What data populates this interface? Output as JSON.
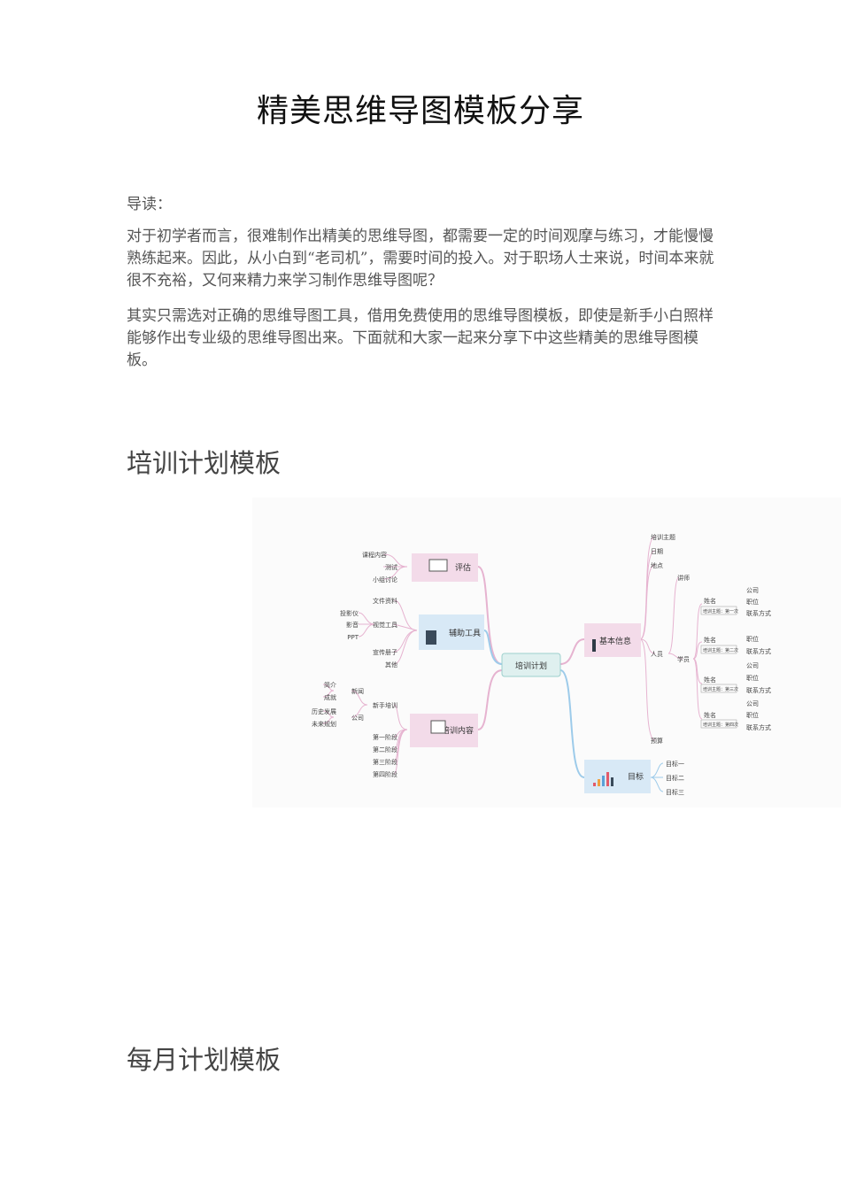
{
  "doc": {
    "title": "精美思维导图模板分享",
    "intro_label": "导读：",
    "paragraphs": [
      "对于初学者而言，很难制作出精美的思维导图，都需要一定的时间观摩与练习，才能慢慢熟练起来。因此，从小白到“老司机”，需要时间的投入。对于职场人士来说，时间本来就很不充裕，又何来精力来学习制作思维导图呢？",
      "其实只需选对正确的思维导图工具，借用免费使用的思维导图模板，即使是新手小白照样能够作出专业级的思维导图出来。下面就和大家一起来分享下中这些精美的思维导图模板。"
    ],
    "section1_heading": "培训计划模板",
    "section2_heading": "每月计划模板"
  },
  "mindmap": {
    "center": "培训计划",
    "left": [
      {
        "label": "评估",
        "color": "#f3dbe9",
        "children": [
          "课程内容",
          "测试",
          "小组讨论"
        ]
      },
      {
        "label": "辅助工具",
        "color": "#d8e9f6",
        "children": [
          "文件资料",
          "视觉工具",
          "宣传册子",
          "其他"
        ],
        "sub": [
          "投影仪",
          "影音",
          "PPT"
        ]
      },
      {
        "label": "培训内容",
        "color": "#f3dbe9",
        "children": [
          "新手培训",
          "第一阶段",
          "第二阶段",
          "第三阶段",
          "第四阶段"
        ],
        "sub": [
          "新闻",
          "公司"
        ],
        "leaves": [
          "简介",
          "成就",
          "历史发展",
          "未来规划"
        ]
      }
    ],
    "right": [
      {
        "label": "基本信息",
        "color": "#f3dbe9",
        "children": [
          "培训主题",
          "日期",
          "地点",
          "人员",
          "预算"
        ]
      },
      {
        "label": "目标",
        "color": "#d8e9f6",
        "children": [
          "目标一",
          "目标二",
          "目标三"
        ]
      }
    ],
    "people": {
      "groups": [
        "讲师",
        "学员"
      ],
      "name_label": "姓名",
      "tags": [
        "培训主题：第一次",
        "培训主题：第二次",
        "培训主题：第三次",
        "培训主题：第四次"
      ],
      "fields": [
        "公司",
        "职位",
        "联系方式"
      ]
    }
  }
}
